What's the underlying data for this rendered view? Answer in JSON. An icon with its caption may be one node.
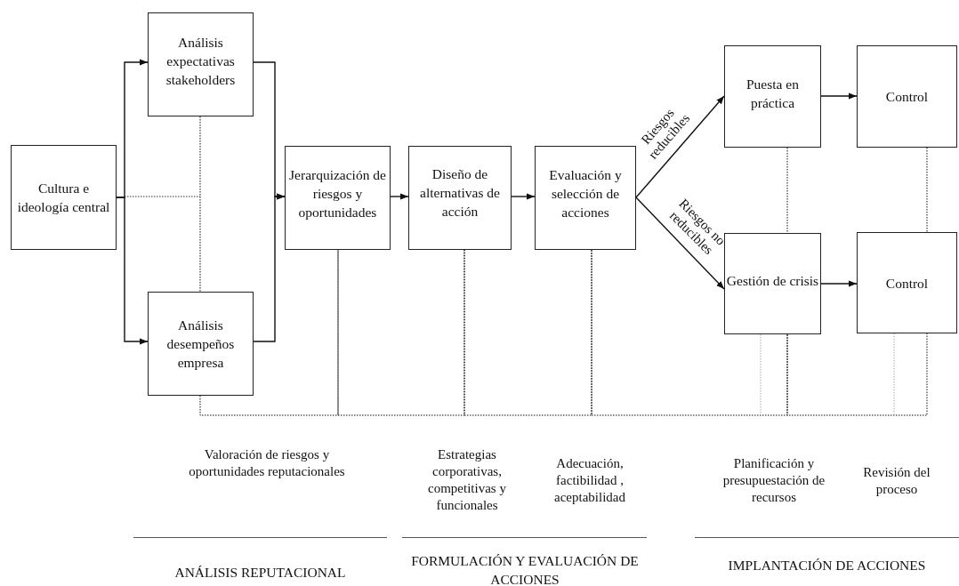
{
  "diagram": {
    "nodes": [
      {
        "text": [
          "Cultura e ideología central"
        ]
      },
      {
        "text": [
          "Análisis expectativas stakeholders"
        ]
      },
      {
        "text": [
          "Análisis desempeños empresa"
        ]
      },
      {
        "text": [
          "Jerarquización de riesgos y oportunidades"
        ]
      },
      {
        "text": [
          "Diseño de alternativas de acción"
        ]
      },
      {
        "text": [
          "Evaluación y selección de acciones"
        ]
      },
      {
        "text": [
          "Puesta en práctica"
        ]
      },
      {
        "text": [
          "Control"
        ]
      },
      {
        "text": [
          "Gestión de crisis"
        ]
      },
      {
        "text": [
          "Control"
        ]
      }
    ],
    "edges": [
      {
        "from": 0,
        "to": 1,
        "arrow": "to"
      },
      {
        "from": 0,
        "to": 2,
        "arrow": "to"
      },
      {
        "from": 1,
        "to": 3,
        "arrow": "to"
      },
      {
        "from": 2,
        "to": 3,
        "arrow": "to"
      },
      {
        "from": 3,
        "to": 4,
        "arrow": "to"
      },
      {
        "from": 4,
        "to": 5,
        "arrow": "to"
      },
      {
        "from": 5,
        "to": 6,
        "arrow": "to",
        "label": "Riesgos reducibles"
      },
      {
        "from": 5,
        "to": 8,
        "arrow": "to",
        "label": "Riesgos no reducibles"
      },
      {
        "from": 6,
        "to": 7,
        "arrow": "to"
      },
      {
        "from": 8,
        "to": 9,
        "arrow": "to"
      },
      {
        "from": 1,
        "to": 2,
        "arrow": "none",
        "style": "dashed"
      },
      {
        "from": 6,
        "to": 8,
        "arrow": "none",
        "style": "dashed"
      },
      {
        "from": 7,
        "to": 9,
        "arrow": "none",
        "style": "dashed"
      },
      {
        "from": 2,
        "to": 3,
        "arrow": "none",
        "style": "dashed"
      },
      {
        "from": 3,
        "to": 4,
        "arrow": "none",
        "style": "dashed"
      },
      {
        "from": 4,
        "to": 5,
        "arrow": "none",
        "style": "dashed"
      },
      {
        "from": 5,
        "to": 8,
        "arrow": "none",
        "style": "dashed"
      },
      {
        "from": 8,
        "to": 9,
        "arrow": "none",
        "style": "dashed"
      }
    ],
    "labels": [
      "Valoración de riesgos y oportunidades reputacionales",
      "Estrategias corporativas, competitivas y funcionales",
      "Adecuación, factibilidad , aceptabilidad",
      "Planificación y presupuestación de recursos",
      "Revisión del proceso",
      "ANÁLISIS REPUTACIONAL",
      "FORMULACIÓN Y EVALUACIÓN DE ACCIONES",
      "IMPLANTACIÓN DE ACCIONES"
    ]
  }
}
